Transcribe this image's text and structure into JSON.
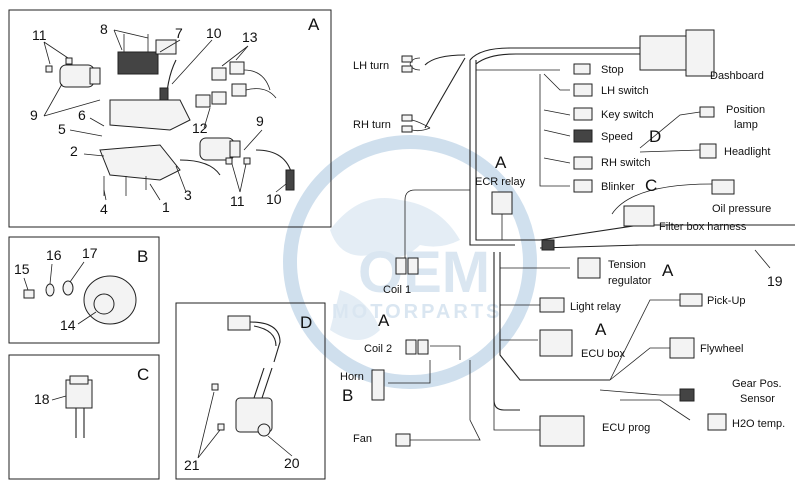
{
  "watermark": {
    "brand": "MOTORPARTS",
    "logo_letters": "OEM"
  },
  "panels": {
    "A": {
      "letter": "A",
      "callouts": [
        "11",
        "8",
        "7",
        "10",
        "13",
        "9",
        "6",
        "5",
        "12",
        "9",
        "2",
        "3",
        "1",
        "4",
        "11",
        "10"
      ]
    },
    "B": {
      "letter": "B",
      "callouts": [
        "15",
        "16",
        "17",
        "14"
      ]
    },
    "C": {
      "letter": "C",
      "callouts": [
        "18"
      ]
    },
    "D": {
      "letter": "D",
      "callouts": [
        "21",
        "20"
      ]
    }
  },
  "harness": {
    "labels": {
      "lh_turn": "LH turn",
      "rh_turn": "RH turn",
      "stop": "Stop",
      "lh_switch": "LH switch",
      "key_switch": "Key switch",
      "speed": "Speed",
      "rh_switch": "RH switch",
      "blinker": "Blinker",
      "dashboard": "Dashboard",
      "position_lamp_1": "Position",
      "position_lamp_2": "lamp",
      "headlight": "Headlight",
      "oil_pressure": "Oil pressure",
      "filter_box_harness": "Filter box harness",
      "ecr_relay": "ECR relay",
      "coil1": "Coil 1",
      "tension_regulator_1": "Tension",
      "tension_regulator_2": "regulator",
      "light_relay": "Light relay",
      "pick_up": "Pick-Up",
      "coil2": "Coil 2",
      "ecu_box": "ECU box",
      "horn": "Horn",
      "flywheel": "Flywheel",
      "gear_pos_1": "Gear Pos.",
      "gear_pos_2": "Sensor",
      "fan": "Fan",
      "ecu_prog": "ECU prog",
      "h2o_temp": "H2O temp."
    },
    "letters": {
      "ecr": "A",
      "speed_d": "D",
      "blinker_c": "C",
      "tension_a": "A",
      "coil2_a": "A",
      "ecu_a": "A",
      "horn_b": "B"
    },
    "callout_19": "19"
  }
}
